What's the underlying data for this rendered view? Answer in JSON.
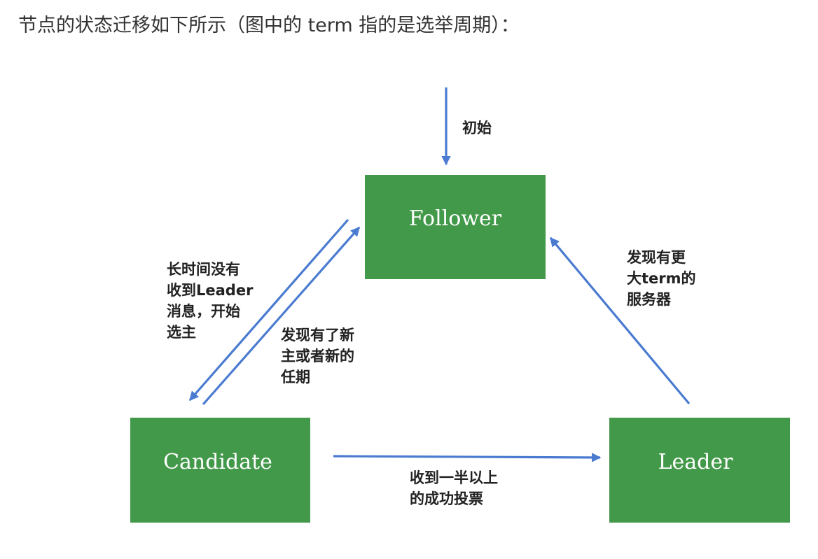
{
  "heading": "节点的状态迁移如下所示（图中的 term 指的是选举周期）：",
  "diagram": {
    "nodes": {
      "follower": "Follower",
      "candidate": "Candidate",
      "leader": "Leader"
    },
    "edges": {
      "initial": "初始",
      "follower_to_candidate": [
        "长时间没有",
        "收到Leader",
        "消息，开始",
        "选主"
      ],
      "candidate_to_follower": [
        "发现有了新",
        "主或者新的",
        "任期"
      ],
      "leader_to_follower": [
        "发现有更",
        "大term的",
        "服务器"
      ],
      "candidate_to_leader": [
        "收到一半以上",
        "的成功投票"
      ]
    },
    "colors": {
      "node_fill": "#43994a",
      "arrow": "#4a7bd0"
    }
  }
}
